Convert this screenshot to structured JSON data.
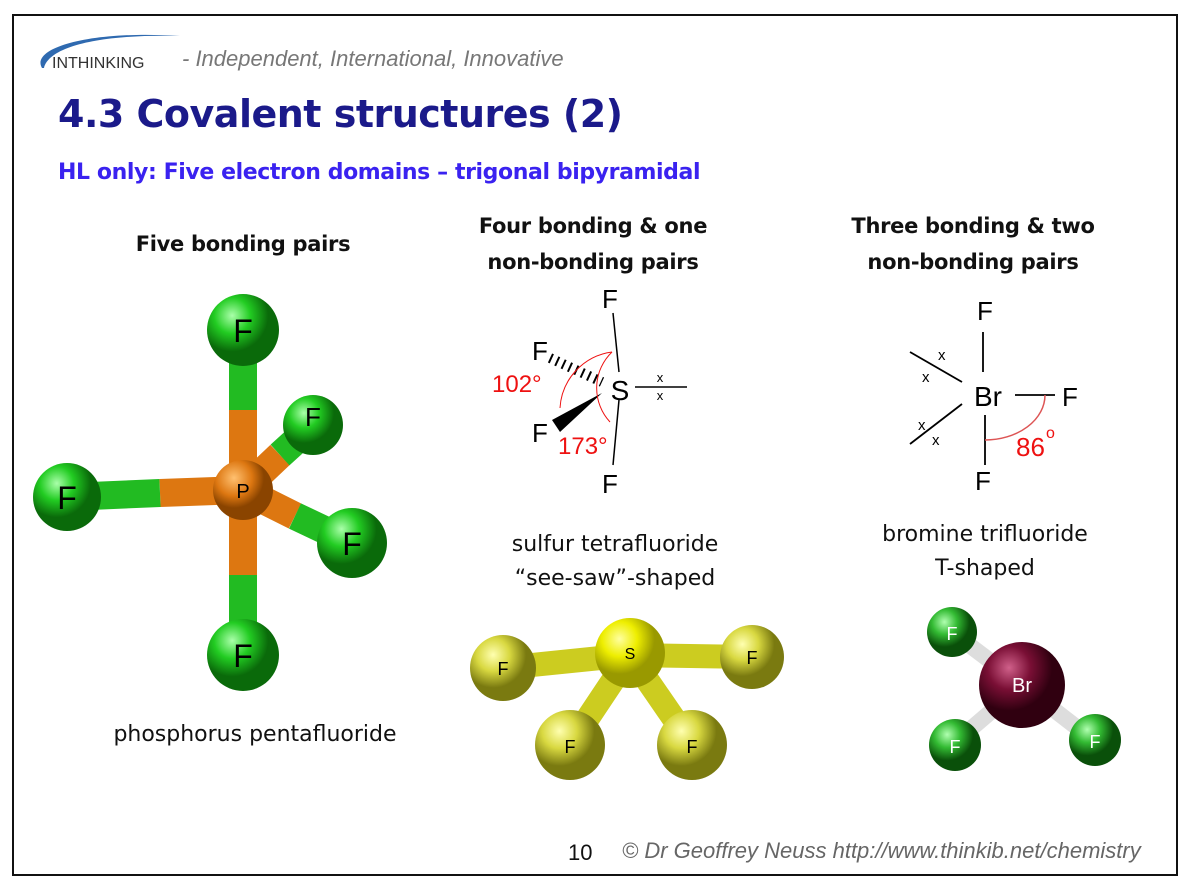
{
  "header": {
    "logo_text": "INTHINKING",
    "tagline": "- Independent, International, Innovative"
  },
  "title": "4.3 Covalent structures (2)",
  "subtitle": "HL only: Five electron domains – trigonal bipyramidal",
  "columns": [
    {
      "heading": [
        "Five bonding pairs"
      ],
      "caption": [
        "phosphorus pentafluoride"
      ],
      "central": "P",
      "ligand": "F"
    },
    {
      "heading": [
        "Four bonding & one",
        "non-bonding pairs"
      ],
      "caption": [
        "sulfur tetrafluoride",
        "“see-saw”-shaped"
      ],
      "central": "S",
      "ligand": "F",
      "angles": [
        "102°",
        "173°"
      ],
      "lone_pair": "x"
    },
    {
      "heading": [
        "Three bonding & two",
        "non-bonding pairs"
      ],
      "caption": [
        "bromine trifluoride",
        "T-shaped"
      ],
      "central": "Br",
      "ligand": "F",
      "angles": [
        "86"
      ],
      "angle_unit": "o",
      "lone_pair": "x"
    }
  ],
  "footer": {
    "page": "10",
    "credit": "© Dr Geoffrey Neuss http://www.thinkib.net/chemistry"
  },
  "colors": {
    "title": "#1b1a8a",
    "subtitle": "#3a22f0",
    "angle": "#ee1111",
    "fluorine_pf5": "#22cc22",
    "phosphorus": "#dd7711",
    "sulfur": "#e8e800",
    "bromine": "#7a0f35"
  }
}
